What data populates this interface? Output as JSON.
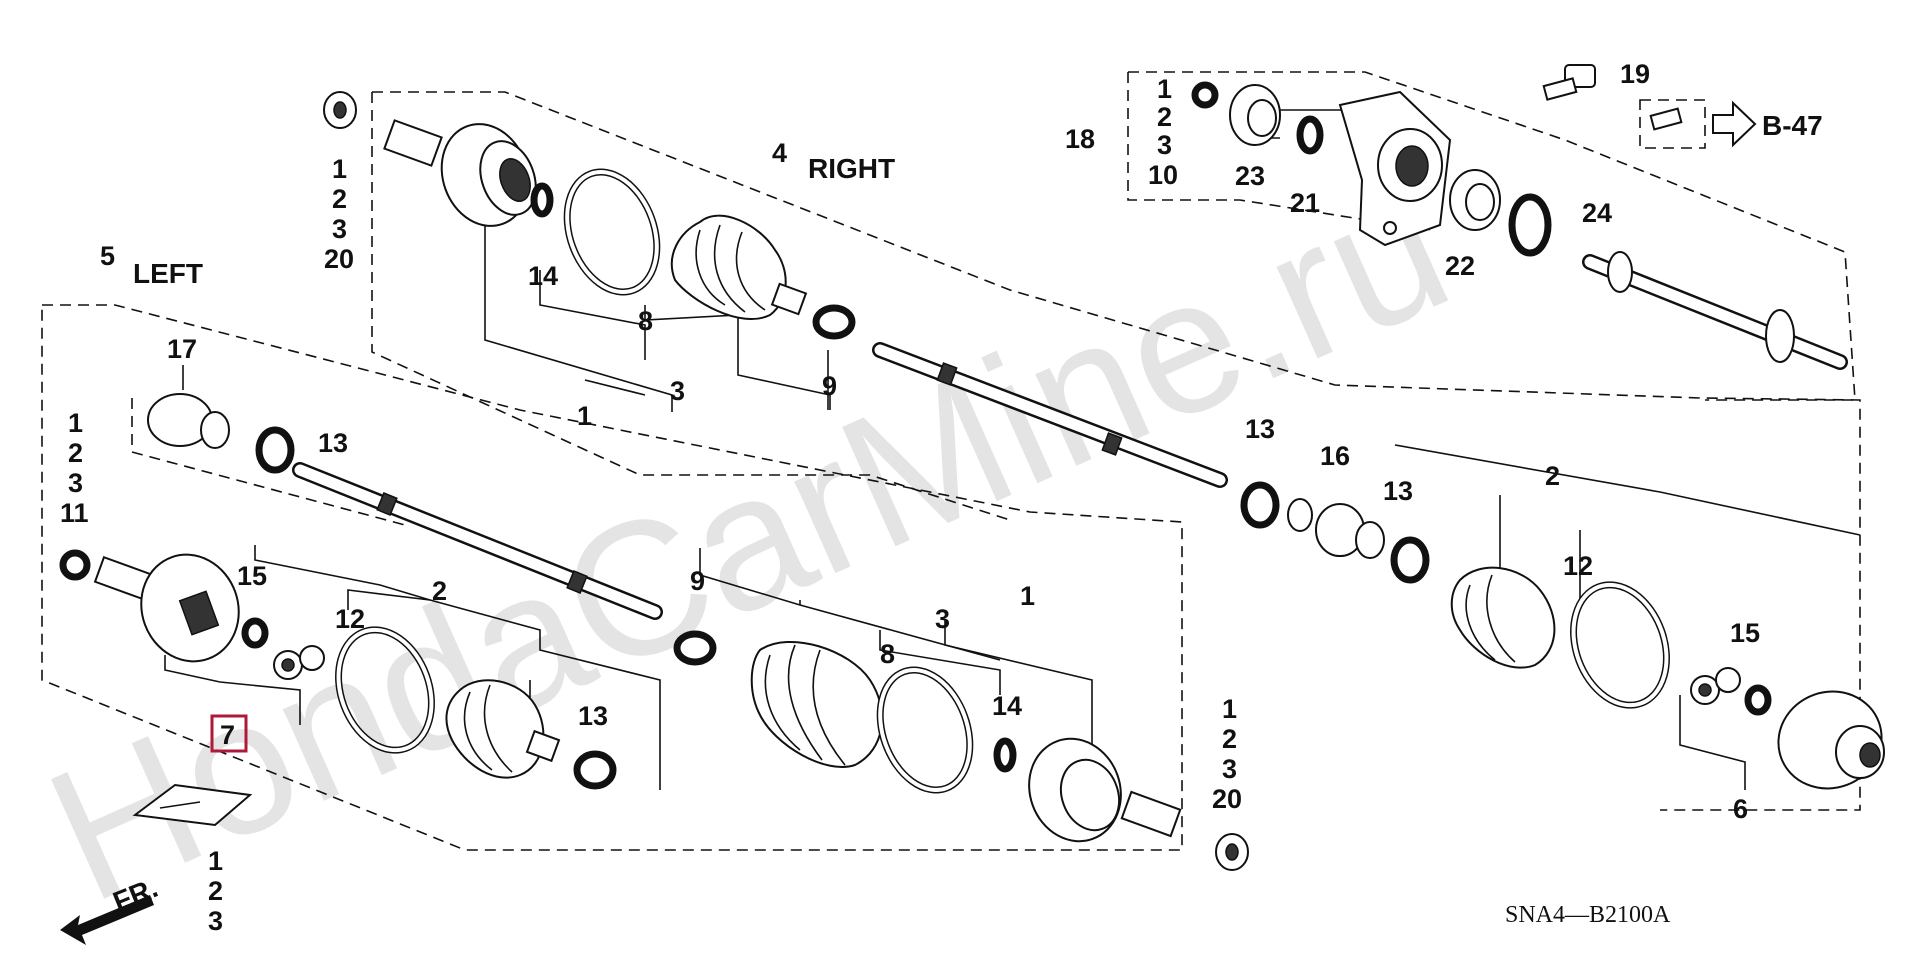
{
  "watermark": "HondaCarMine.ru",
  "diagram_code": "SNA4—B2100A",
  "titles": {
    "right_num": "4",
    "right": "RIGHT",
    "left_num": "5",
    "left": "LEFT"
  },
  "reference": "B-47",
  "front_arrow": "FR.",
  "callouts": {
    "c_nut_top": [
      "1",
      "2",
      "3",
      "20"
    ],
    "c_nut_bottom": [
      "1",
      "2",
      "3",
      "20"
    ],
    "c_left_ring": [
      "1",
      "2",
      "3",
      "11"
    ],
    "c_bearing_group": [
      "1",
      "2",
      "3",
      "10"
    ],
    "c_grease": [
      "1",
      "2",
      "3"
    ],
    "n18": "18",
    "n19": "19",
    "n23": "23",
    "n21": "21",
    "n22": "22",
    "n24": "24",
    "n14a": "14",
    "n8a": "8",
    "n1a": "1",
    "n3a": "3",
    "n9a": "9",
    "n17": "17",
    "n13a": "13",
    "n13b": "13",
    "n13c": "13",
    "n13d": "13",
    "n16": "16",
    "n2a": "2",
    "n2b": "2",
    "n12a": "12",
    "n12b": "12",
    "n15a": "15",
    "n15b": "15",
    "n6": "6",
    "n9b": "9",
    "n8b": "8",
    "n3b": "3",
    "n1b": "1",
    "n14b": "14",
    "n7": "7"
  },
  "highlight_color": "#b0183a"
}
